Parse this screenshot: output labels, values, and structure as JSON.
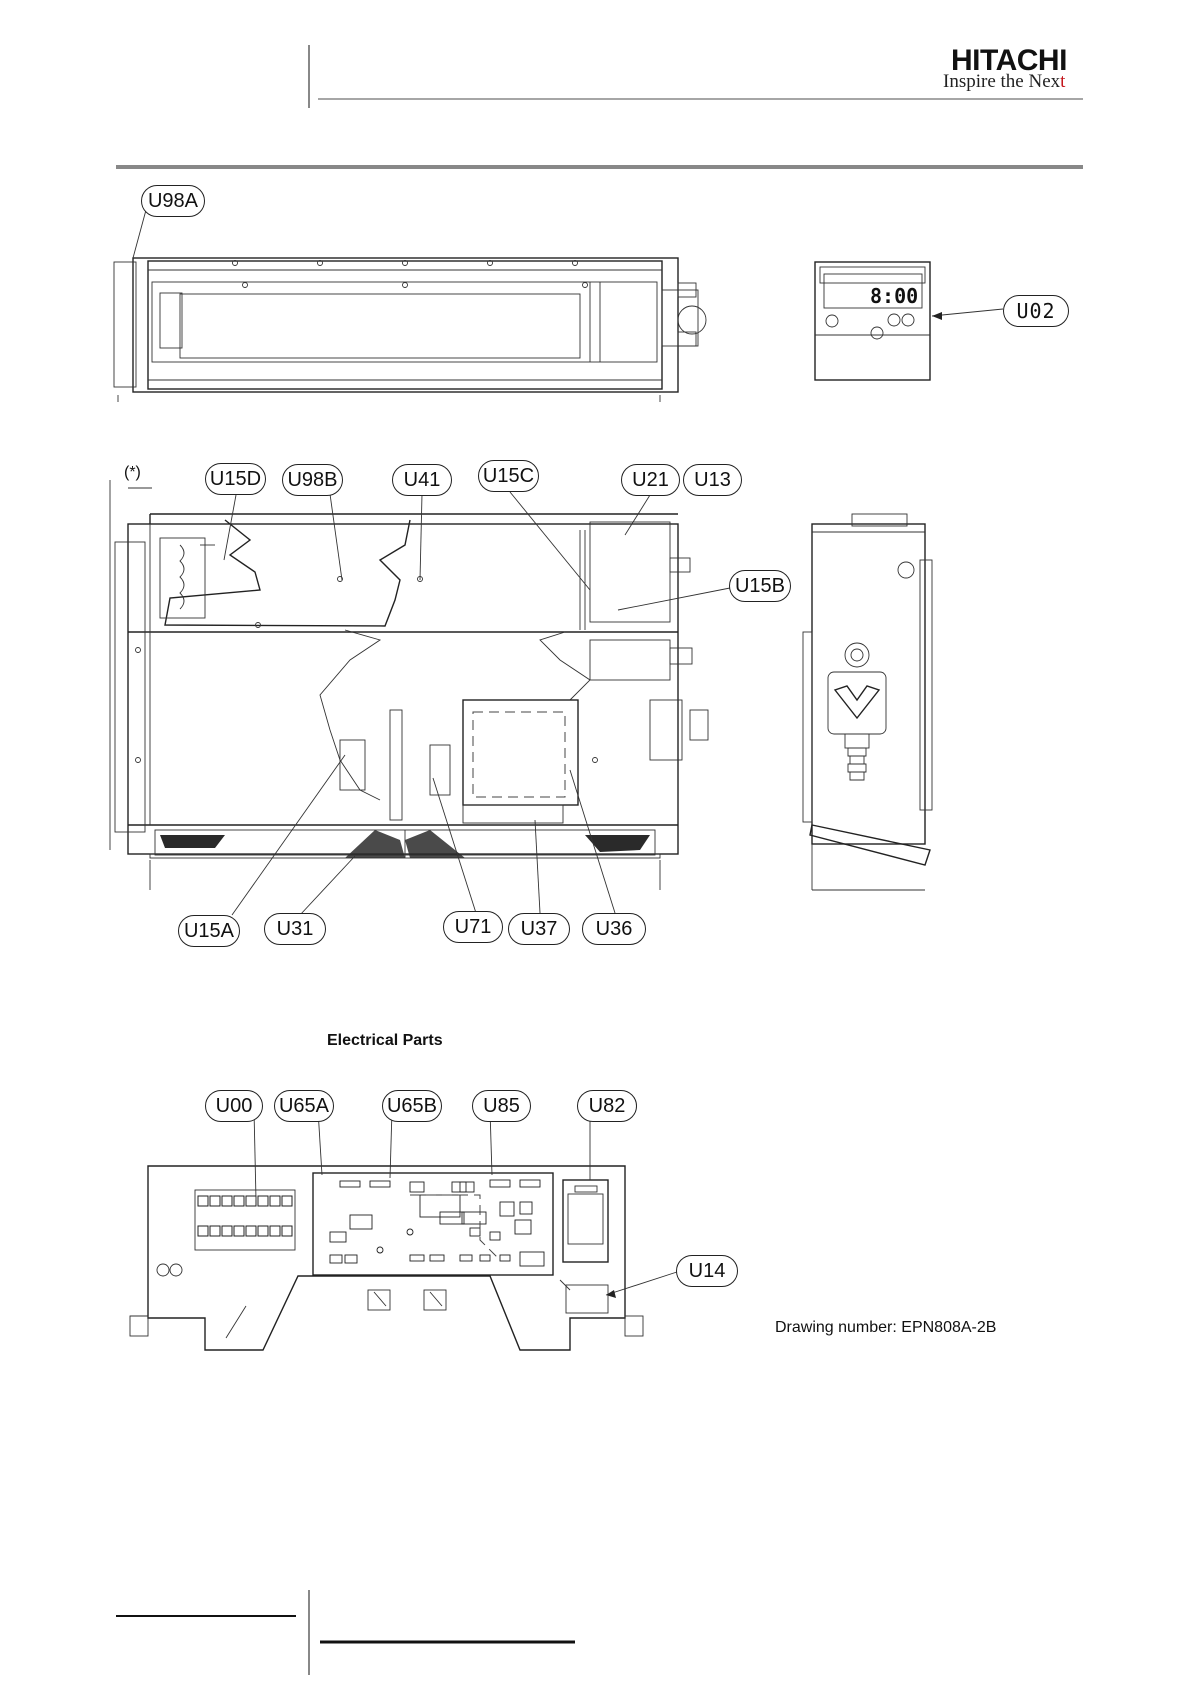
{
  "header": {
    "brand": "HITACHI",
    "tagline_prefix": "Inspire the Nex",
    "tagline_suffix": "t"
  },
  "figures": {
    "top_labels": [
      "U98A",
      "U02"
    ],
    "main_labels_top": [
      "U15D",
      "U98B",
      "U41",
      "U15C",
      "U21",
      "U13",
      "U15B"
    ],
    "main_labels_bottom": [
      "U15A",
      "U31",
      "U71",
      "U37",
      "U36"
    ],
    "asterisk": "(*)",
    "electrical_caption": "Electrical Parts",
    "electrical_labels": [
      "U00",
      "U65A",
      "U65B",
      "U85",
      "U82",
      "U14"
    ],
    "drawing_number": "Drawing number: EPN808A-2B",
    "remote_display_text": "8:00"
  }
}
